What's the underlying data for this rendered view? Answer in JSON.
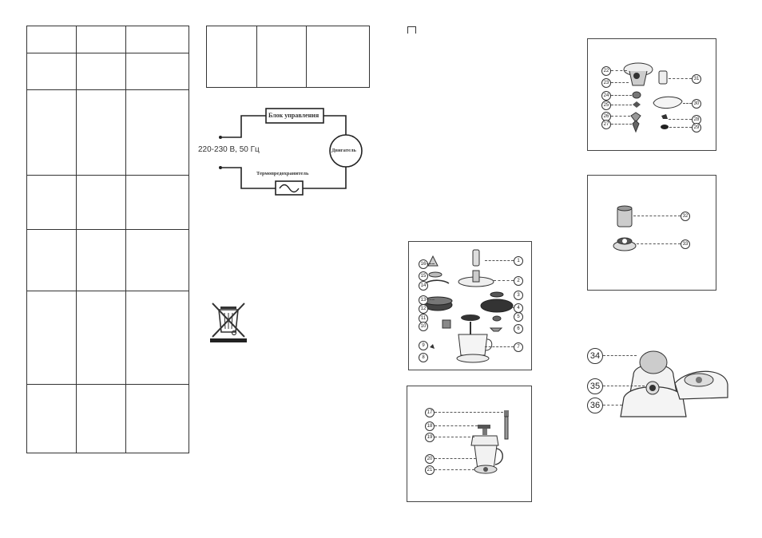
{
  "page_marker": "",
  "circuit": {
    "control_unit": "Блок управления",
    "motor": "Двигатель",
    "voltage": "220-230 В, 50 Гц",
    "thermal_fuse": "Термопредохранитель"
  },
  "icons": {
    "weee": "crossed-out-bin-icon"
  },
  "diagram1": {
    "labels": [
      "16",
      "15",
      "14",
      "13",
      "12",
      "11",
      "10",
      "9",
      "8",
      "1",
      "2",
      "3",
      "4",
      "5",
      "6",
      "7"
    ]
  },
  "diagram2": {
    "labels": [
      "17",
      "18",
      "19",
      "20",
      "21"
    ]
  },
  "diagram3": {
    "labels": [
      "22",
      "23",
      "24",
      "25",
      "26",
      "27",
      "31",
      "30",
      "28",
      "29"
    ]
  },
  "diagram4": {
    "labels": [
      "32",
      "33"
    ]
  },
  "diagram5": {
    "labels": [
      "34",
      "35",
      "36"
    ]
  }
}
